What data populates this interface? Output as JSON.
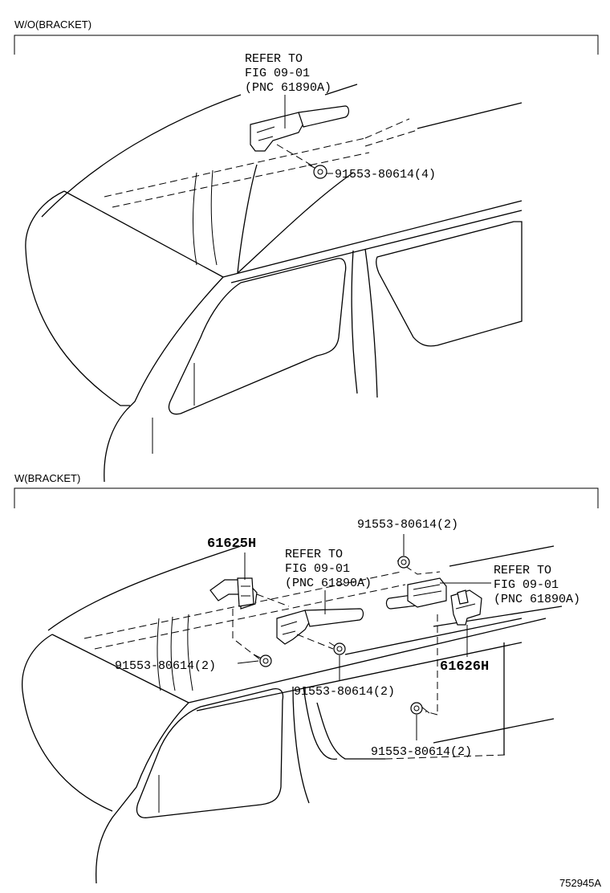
{
  "sections": {
    "top": {
      "title": "W/O(BRACKET)"
    },
    "bottom": {
      "title": "W(BRACKET)"
    }
  },
  "callouts": {
    "top_refer": {
      "line1": "REFER TO",
      "line2": "FIG 09-01",
      "line3": "(PNC 61890A)"
    },
    "top_bolt": "91553-80614(4)",
    "bottom_bracket_left": "61625H",
    "bottom_refer_mid": {
      "line1": "REFER TO",
      "line2": "FIG 09-01",
      "line3": "(PNC 61890A)"
    },
    "bottom_refer_right": {
      "line1": "REFER TO",
      "line2": "FIG 09-01",
      "line3": "(PNC 61890A)"
    },
    "bottom_bolt_top": "91553-80614(2)",
    "bottom_bolt_left": "91553-80614(2)",
    "bottom_bolt_mid": "91553-80614(2)",
    "bottom_bolt_low": "91553-80614(2)",
    "bottom_bracket_right": "61626H"
  },
  "drawing_code": "752945A"
}
